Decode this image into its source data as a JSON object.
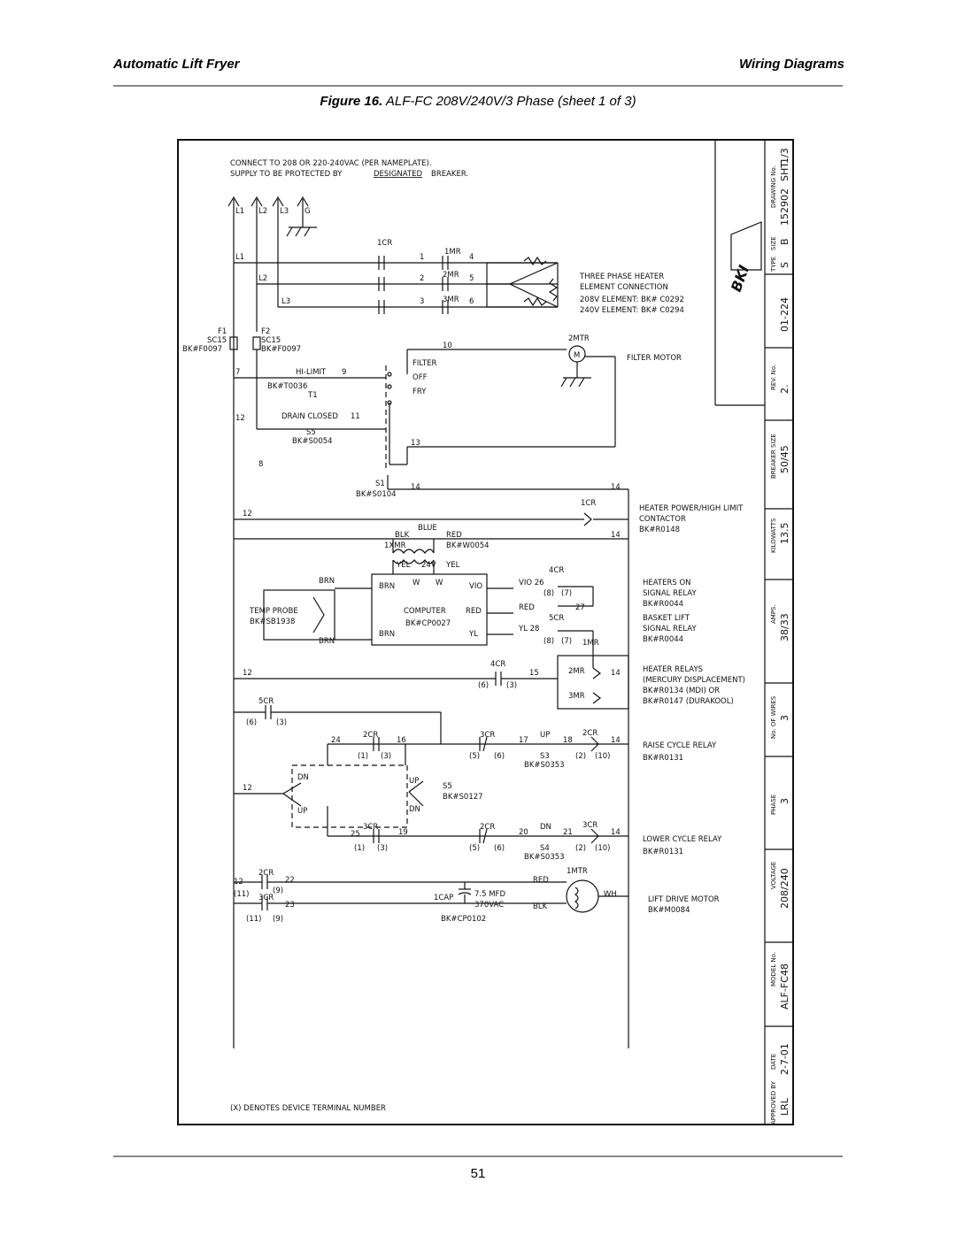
{
  "header": {
    "left": "Automatic Lift Fryer",
    "right": "Wiring Diagrams"
  },
  "caption": {
    "label": "Figure 16.",
    "text": "ALF-FC 208V/240V/3 Phase (sheet 1 of 3)"
  },
  "diagram": {
    "notes": {
      "connect_1": "CONNECT TO 208 OR 220-240VAC (PER NAMEPLATE).",
      "connect_2a": "SUPPLY TO BE PROTECTED BY",
      "connect_2b": "DESIGNATED",
      "connect_2c": "BREAKER.",
      "footer": "(X) DENOTES DEVICE TERMINAL NUMBER"
    },
    "lines": {
      "l1": "L1",
      "l2": "L2",
      "l3": "L3",
      "g": "G"
    },
    "labels": {
      "cr1": "1CR",
      "mr1": "1MR",
      "mr2": "2MR",
      "mr3": "3MR",
      "t1": "1",
      "t2": "2",
      "t3": "3",
      "t4": "4",
      "t5": "5",
      "t6": "6",
      "heater_1": "THREE PHASE HEATER",
      "heater_2": "ELEMENT CONNECTION",
      "heater_3": "208V ELEMENT: BK# C0292",
      "heater_4": "240V ELEMENT: BK# C0294",
      "f1": "F1",
      "f1_sc": "SC15",
      "f1_bk": "BK#F0097",
      "f2": "F2",
      "f2_sc": "SC15",
      "f2_bk": "BK#F0097",
      "w7": "7",
      "w9": "9",
      "w10": "10",
      "w11": "11",
      "w12": "12",
      "w13": "13",
      "w8": "8",
      "w14": "14",
      "hi_limit": "HI-LIMIT",
      "hl_bk": "BK#T0036",
      "t1lbl": "T1",
      "filter": "FILTER",
      "off": "OFF",
      "fry": "FRY",
      "mtr2": "2MTR",
      "m": "M",
      "filter_motor": "FILTER MOTOR",
      "drain": "DRAIN  CLOSED",
      "s5": "S5",
      "s5_bk": "BK#S0054",
      "s1": "S1",
      "s1_bk": "BK#S0104",
      "cr1b": "1CR",
      "hp_1": "HEATER POWER/HIGH LIMIT",
      "hp_2": "CONTACTOR",
      "hp_3": "BK#R0148",
      "blue": "BLUE",
      "blk": "BLK",
      "red": "RED",
      "xmr": "1XMR",
      "xmr_bk": "BK#W0054",
      "yel": "YEL",
      "v24": "24V",
      "brn": "BRN",
      "w": "W",
      "vio": "VIO",
      "computer": "COMPUTER",
      "yl": "YL",
      "comp_bk": "BK#CP0027",
      "temp_probe": "TEMP PROBE",
      "tp_bk": "BK#SB1938",
      "cr4": "4CR",
      "cr5": "5CR",
      "vio26": "VIO  26",
      "red27": "RED",
      "n27": "27",
      "yl28": "YL   28",
      "p87a": "(8)",
      "p7a": "(7)",
      "p87b": "(8)",
      "p7b": "(7)",
      "mr1b": "1MR",
      "ho_1": "HEATERS ON",
      "ho_2": "SIGNAL RELAY",
      "ho_3": "BK#R0044",
      "bl_1": "BASKET LIFT",
      "bl_2": "SIGNAL RELAY",
      "bl_3": "BK#R0044",
      "w15": "15",
      "p6": "(6)",
      "p3": "(3)",
      "hr_1": "HEATER RELAYS",
      "hr_2": "(MERCURY DISPLACEMENT)",
      "hr_3": "BK#R0134  (MDI)  OR",
      "hr_4": "BK#R0147  (DURAKOOL)",
      "cr5b": "5CR",
      "cr2": "2CR",
      "cr3": "3CR",
      "w24": "24",
      "w16": "16",
      "w17": "17",
      "up": "UP",
      "w18": "18",
      "p1": "(1)",
      "p5": "(5)",
      "p2": "(2)",
      "p10": "(10)",
      "s3": "S3",
      "s3_bk": "BK#S0353",
      "rc_1": "RAISE CYCLE RELAY",
      "rc_2": "BK#R0131",
      "dn": "DN",
      "s5b": "S5",
      "s5b_bk": "BK#S0127",
      "w25": "25",
      "w19": "19",
      "w20": "20",
      "w21": "21",
      "s4": "S4",
      "s4_bk": "BK#S0353",
      "lc_1": "LOWER CYCLE RELAY",
      "lc_2": "BK#R0131",
      "mtr1": "1MTR",
      "w22": "22",
      "w23": "23",
      "p11": "(11)",
      "p9": "(9)",
      "cap": "1CAP",
      "mfd": "7.5  MFD",
      "vac": "370VAC",
      "cap_bk": "BK#CP0102",
      "wh": "WH",
      "ld_1": "LIFT DRIVE MOTOR",
      "ld_2": "BK#M0084",
      "logo": "BKI"
    },
    "title_block": {
      "drawing_no_lbl": "DRAWING No.",
      "drawing_no": "152902",
      "sht_lbl": "SHT",
      "sht": "1/3",
      "type_lbl": "TYPE",
      "type": "S",
      "size_lbl": "SIZE",
      "size": "B",
      "rev_lbl": "REV. No.",
      "rev": "2.",
      "rev_code": "01-224",
      "breaker_lbl": "BREAKER SIZE",
      "breaker": "50/45",
      "kw_lbl": "KILOWATTS",
      "kw": "13.5",
      "amps_lbl": "AMPS.",
      "amps": "38/33",
      "wires_lbl": "No. OF WIRES",
      "wires": "3",
      "phase_lbl": "PHASE",
      "phase": "3",
      "voltage_lbl": "VOLTAGE",
      "voltage": "208/240",
      "model_lbl": "MODEL No.",
      "model": "ALF-FC48",
      "date_lbl": "DATE",
      "date": "2-7-01",
      "approved_lbl": "APPROVED BY",
      "approved": "LRL"
    }
  },
  "page_number": "51"
}
